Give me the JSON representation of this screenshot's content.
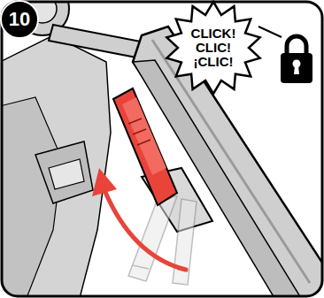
{
  "diagram": {
    "nodes": [
      {
        "text": [
          "10"
        ]
      },
      {
        "text": [
          "CLICK!",
          "CLIC!",
          "¡CLIC!"
        ]
      }
    ]
  }
}
